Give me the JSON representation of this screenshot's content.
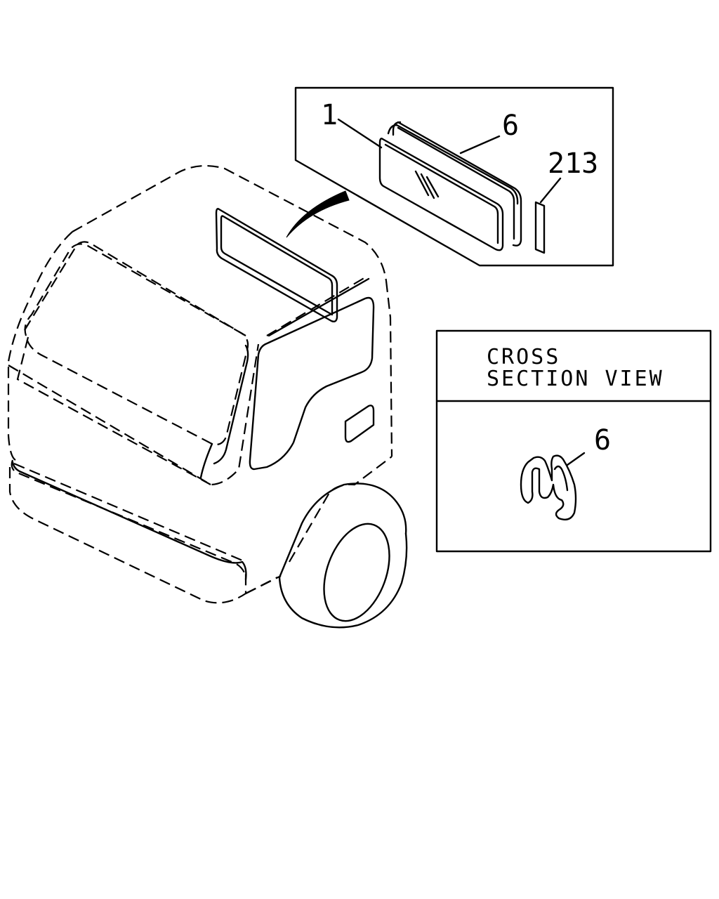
{
  "callouts": {
    "glass": "1",
    "weatherstrip": "6",
    "sealant": "213"
  },
  "cross_section": {
    "title_line1": "CROSS",
    "title_line2": "SECTION VIEW",
    "callout": "6"
  }
}
